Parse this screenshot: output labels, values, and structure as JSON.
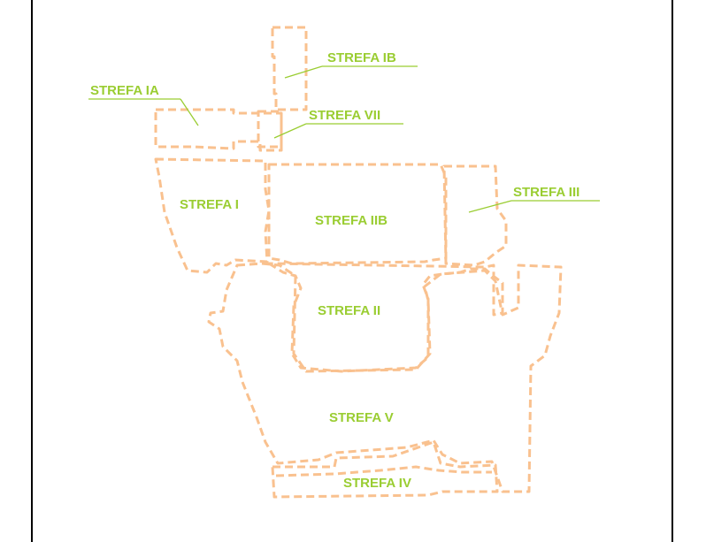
{
  "colors": {
    "outline": "#f9c18f",
    "label": "#9acd32",
    "frame": "#000000",
    "background": "#ffffff"
  },
  "zones": {
    "ib": "STREFA IB",
    "ia": "STREFA IA",
    "vii": "STREFA VII",
    "i": "STREFA I",
    "iib": "STREFA IIB",
    "iii": "STREFA III",
    "ii": "STREFA II",
    "v": "STREFA V",
    "iv": "STREFA IV"
  }
}
